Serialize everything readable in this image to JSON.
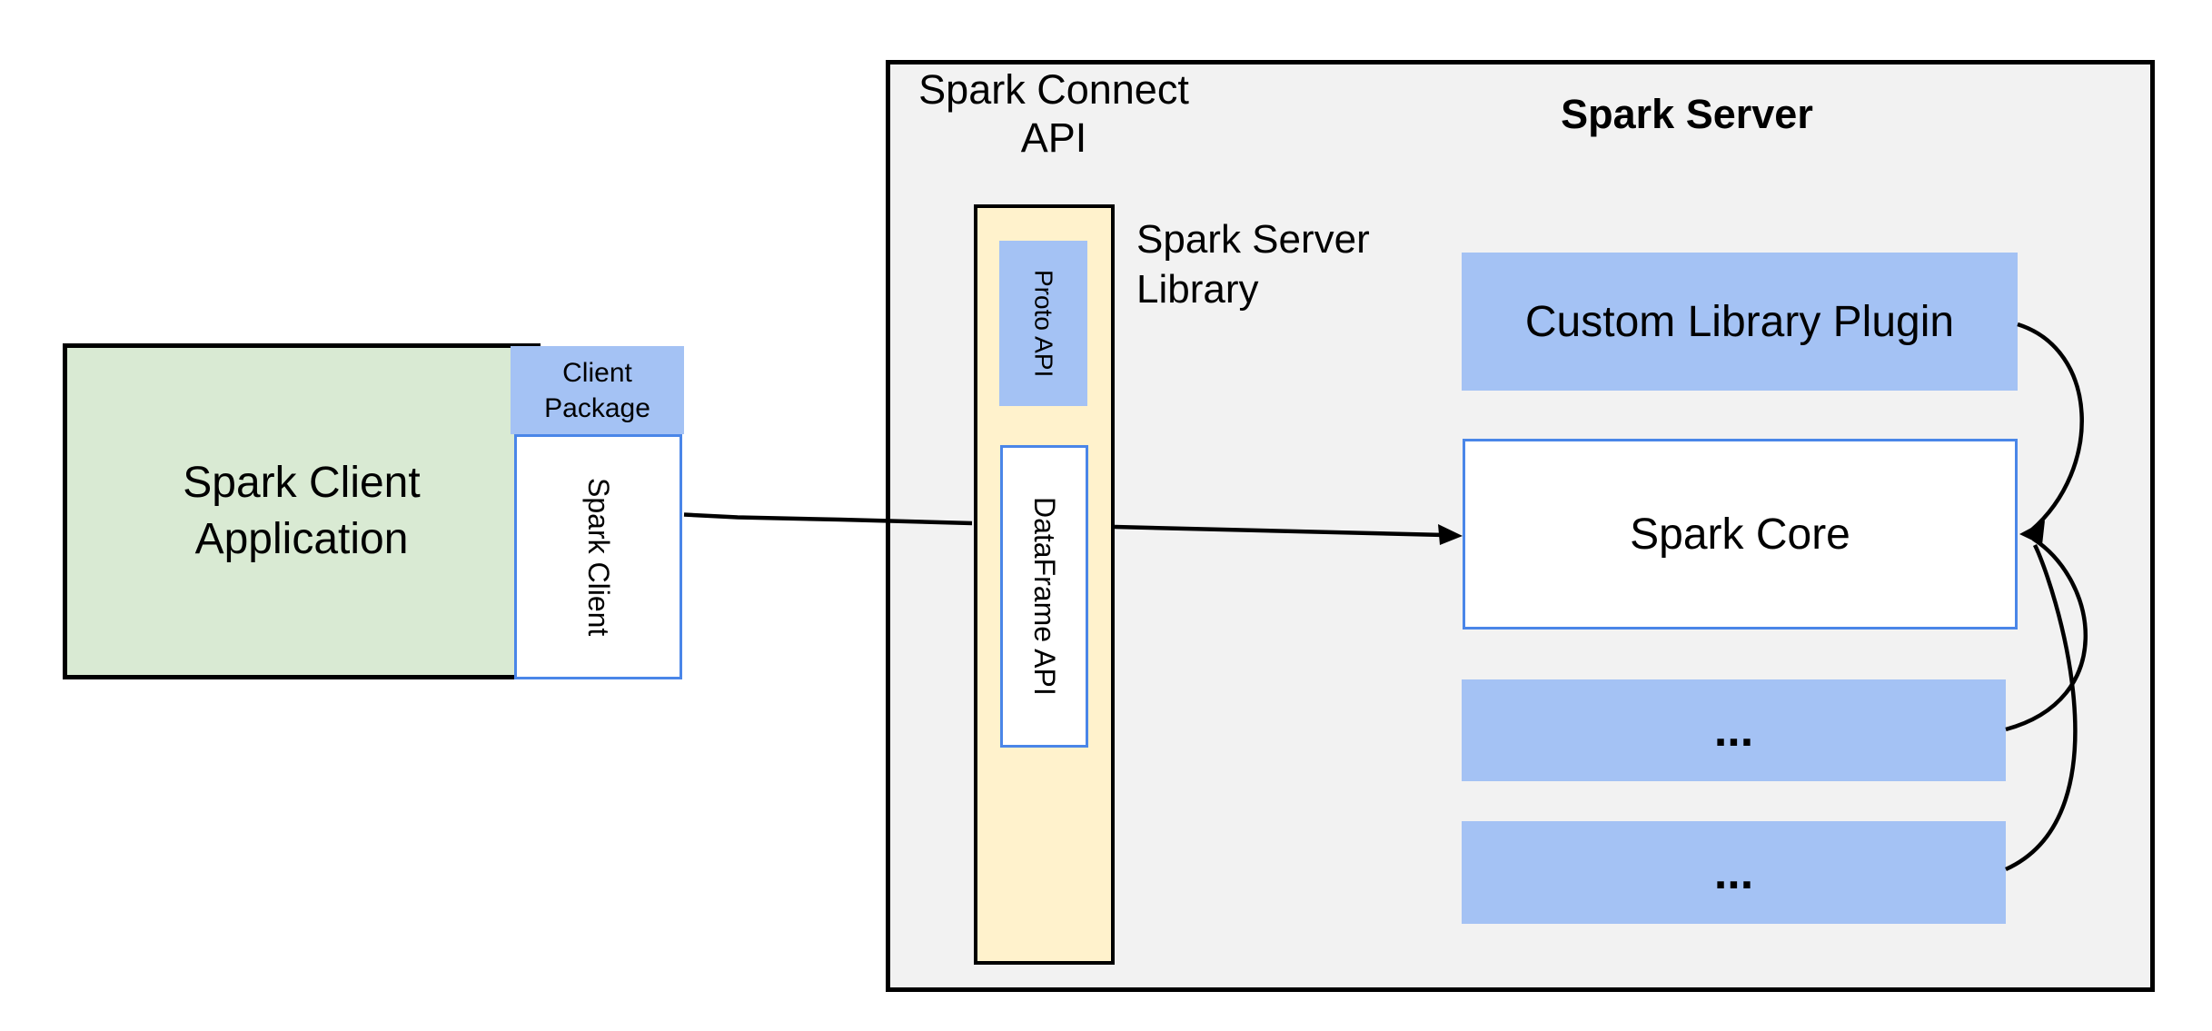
{
  "colors": {
    "green-fill": "#d9ead3",
    "blue-fill": "#a4c2f4",
    "yellow-fill": "#fff2cc",
    "gray-fill": "#f2f2f2",
    "blue-border": "#4a86e8"
  },
  "client": {
    "application_label": "Spark Client\nApplication",
    "package_label": "Client\nPackage",
    "spark_client_label": "Spark Client"
  },
  "connect": {
    "api_label": "Spark Connect\nAPI",
    "proto_api_label": "Proto API",
    "dataframe_api_label": "DataFrame API",
    "server_library_label": "Spark Server\nLibrary"
  },
  "server": {
    "title": "Spark Server",
    "custom_library_plugin_label": "Custom Library Plugin",
    "spark_core_label": "Spark Core",
    "ellipsis_1": "...",
    "ellipsis_2": "..."
  }
}
